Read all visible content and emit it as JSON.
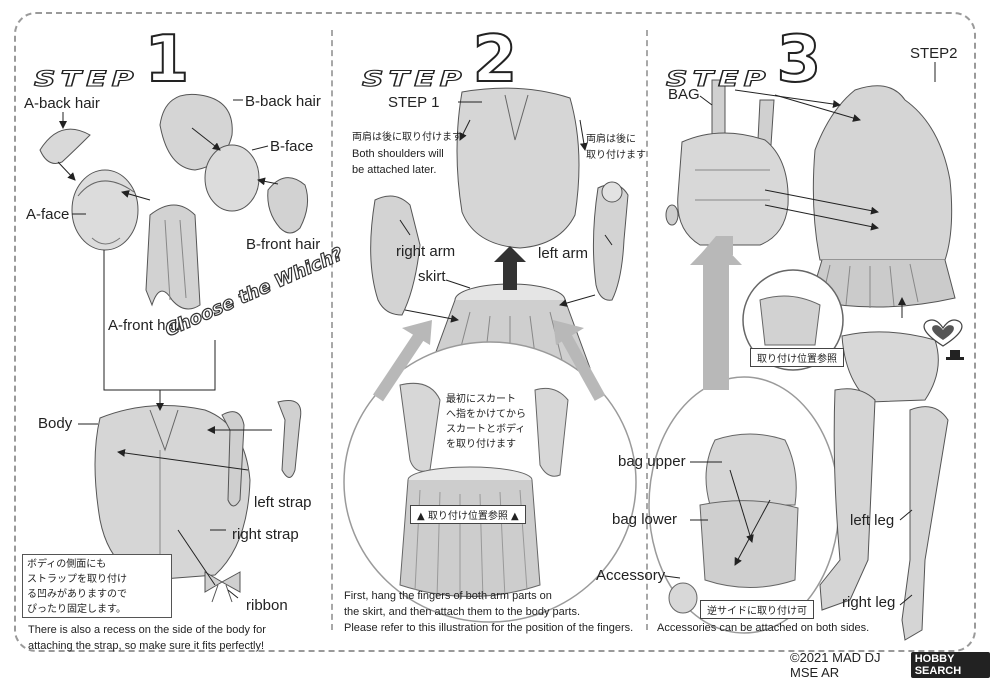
{
  "steps": [
    {
      "word": "STEP",
      "number": "1"
    },
    {
      "word": "STEP",
      "number": "2"
    },
    {
      "word": "STEP",
      "number": "3"
    }
  ],
  "step1": {
    "a_back_hair": "A-back hair",
    "b_back_hair": "B-back hair",
    "b_face": "B-face",
    "a_face": "A-face",
    "b_front_hair": "B-front hair",
    "a_front_hair": "A-front hair",
    "choose": "Choose the Which?",
    "body": "Body",
    "left_strap": "left strap",
    "right_strap": "right strap",
    "ribbon": "ribbon",
    "jp_note_line1": "ボディの側面にも",
    "jp_note_line2": "ストラップを取り付け",
    "jp_note_line3": "る凹みがありますので",
    "jp_note_line4": "ぴったり固定します。",
    "en_note_line1": "There is also a recess on the side of the body for",
    "en_note_line2": "attaching the strap, so make sure it fits perfectly!"
  },
  "step2": {
    "step1_ref": "STEP 1",
    "jp_shoulders_line1": "両肩は後に取り付けます",
    "en_shoulders_line1": "Both shoulders will",
    "en_shoulders_line2": "be attached later.",
    "jp_right_line1": "両肩は後に",
    "jp_right_line2": "取り付けます",
    "right_arm": "right arm",
    "left_arm": "left arm",
    "skirt": "skirt",
    "jp_first_line1": "最初にスカート",
    "jp_first_line2": "へ指をかけてから",
    "jp_first_line3": "スカートとボディ",
    "jp_first_line4": "を取り付けます",
    "position_ref": "▲ 取り付け位置参照 ▲",
    "en_note_line1": "First, hang the fingers of both arm parts on",
    "en_note_line2": "the skirt, and then attach them to the body parts.",
    "en_note_line3": "Please refer to this illustration for the position of the fingers."
  },
  "step3": {
    "step2_ref": "STEP2",
    "bag": "BAG",
    "position_ref": "取り付け位置参照",
    "bag_upper": "bag upper",
    "bag_lower": "bag lower",
    "accessory": "Accessory",
    "jp_either_side": "逆サイドに取り付け可",
    "en_note": "Accessories can be attached on both sides.",
    "left_leg": "left leg",
    "right_leg": "right leg"
  },
  "footer": {
    "copyright": "©2021 MAD DJ MSE AR",
    "logo_text": "HOBBY",
    "logo_suffix": "SEARCH"
  },
  "colors": {
    "frame": "#9a9a9a",
    "ink": "#222222",
    "arrow_gray": "#b8b8b8",
    "part_fill": "#d9d9d9",
    "part_shade": "#bdbdbd"
  },
  "icons": [
    "heart-icon",
    "top-hat-icon",
    "arrow-up-icon"
  ]
}
